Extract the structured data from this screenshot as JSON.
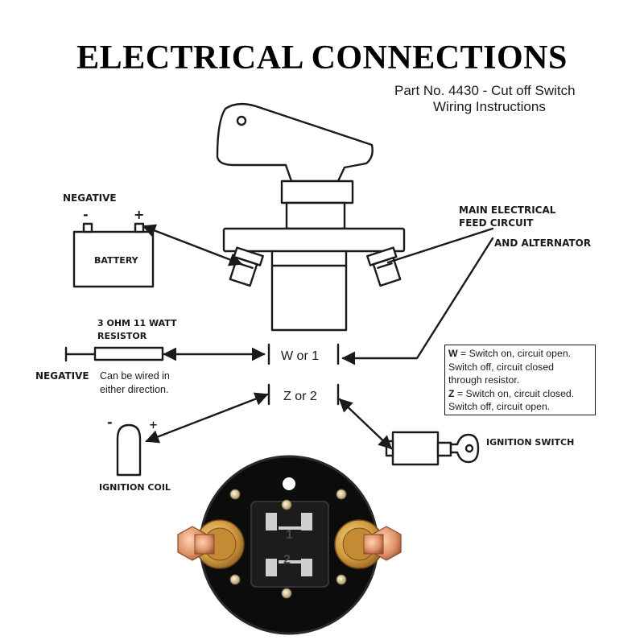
{
  "title": "ELECTRICAL CONNECTIONS",
  "header": {
    "part_no": "Part No. 4430 - Cut off Switch",
    "wiring": "Wiring Instructions"
  },
  "labels": {
    "negative_top": "NEGATIVE",
    "minus": "-",
    "plus": "+",
    "battery": "BATTERY",
    "main_feed_1": "MAIN ELECTRICAL",
    "main_feed_2": "FEED CIRCUIT",
    "alternator": "AND ALTERNATOR",
    "resistor_1": "3 OHM 11 WATT",
    "resistor_2": "RESISTOR",
    "negative_bottom": "NEGATIVE",
    "wired_1": "Can be wired in",
    "wired_2": "either direction.",
    "terminal_w": "W or 1",
    "terminal_z": "Z or 2",
    "ignition_switch": "IGNITION SWITCH",
    "ignition_coil": "IGNITION COIL",
    "coil_minus": "-",
    "coil_plus": "+",
    "face_1": "1",
    "face_2": "2"
  },
  "legend": {
    "w_key": "W",
    "w_text": " = Switch on, circuit open.",
    "w_line2": "Switch off, circuit closed",
    "w_line3": "through resistor.",
    "z_key": "Z",
    "z_text": " = Switch on, circuit closed.",
    "z_line2": "Switch off, circuit open."
  },
  "colors": {
    "ink": "#1a1a1a",
    "switch_body": "#0c0c0c",
    "brass": "#d8a54a",
    "copper": "#e49a6a"
  }
}
